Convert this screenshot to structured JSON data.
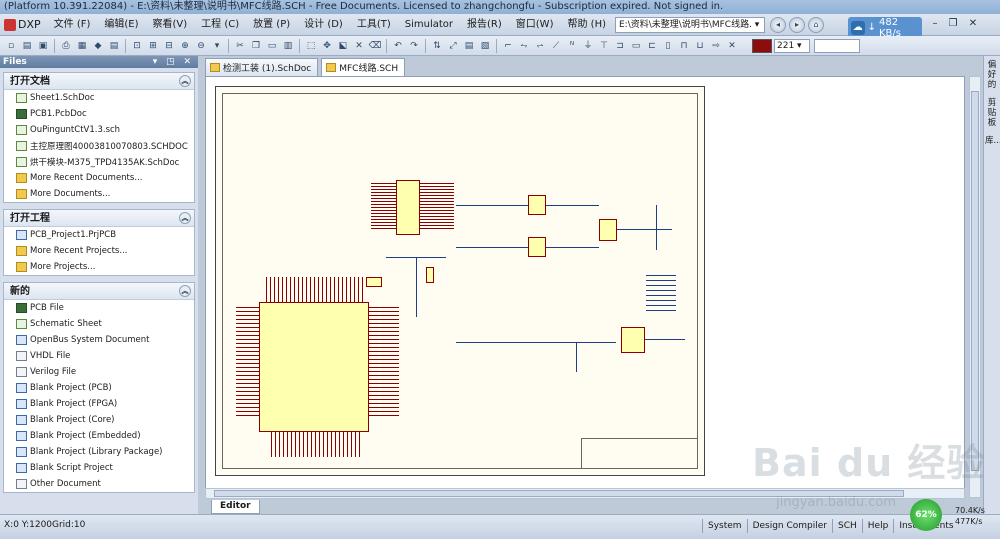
{
  "window": {
    "title": "(Platform 10.391.22084) - E:\\资料\\未整理\\说明书\\MFC线路.SCH - Free Documents. Licensed to zhangchongfu - Subscription expired. Not signed in."
  },
  "menu": {
    "dxp_label": "DXP",
    "items": [
      {
        "label": "文件 (F)"
      },
      {
        "label": "编辑(E)"
      },
      {
        "label": "察看(V)"
      },
      {
        "label": "工程 (C)"
      },
      {
        "label": "放置 (P)"
      },
      {
        "label": "设计 (D)"
      },
      {
        "label": "工具(T)"
      },
      {
        "label": "Simulator"
      },
      {
        "label": "报告(R)"
      },
      {
        "label": "窗口(W)"
      },
      {
        "label": "帮助 (H)"
      }
    ],
    "path_combo": "E:\\资料\\未整理\\说明书\\MFC线路. ▾",
    "net_speed": "482 KB/s",
    "zoom": "221 ▾"
  },
  "files_panel": {
    "title": "Files",
    "open_documents": {
      "heading": "打开文档",
      "items": [
        {
          "label": "Sheet1.SchDoc",
          "icon": "schematic-doc-icon"
        },
        {
          "label": "PCB1.PcbDoc",
          "icon": "pcb-doc-icon"
        },
        {
          "label": "OuPinguntCtV1.3.sch",
          "icon": "schematic-doc-icon"
        },
        {
          "label": "主控原理图40003810070803.SCHDOC",
          "icon": "schematic-doc-icon"
        },
        {
          "label": "烘干模块-M375_TPD4135AK.SchDoc",
          "icon": "schematic-doc-icon"
        },
        {
          "label": "More Recent Documents...",
          "icon": "folder-icon"
        },
        {
          "label": "More Documents...",
          "icon": "folder-icon"
        }
      ]
    },
    "open_projects": {
      "heading": "打开工程",
      "items": [
        {
          "label": "PCB_Project1.PrjPCB",
          "icon": "project-icon"
        },
        {
          "label": "More Recent Projects...",
          "icon": "folder-icon"
        },
        {
          "label": "More Projects...",
          "icon": "folder-icon"
        }
      ]
    },
    "new": {
      "heading": "新的",
      "items": [
        {
          "label": "PCB File",
          "icon": "pcb-doc-icon"
        },
        {
          "label": "Schematic Sheet",
          "icon": "schematic-doc-icon"
        },
        {
          "label": "OpenBus System Document",
          "icon": "openbus-icon"
        },
        {
          "label": "VHDL File",
          "icon": "vhdl-icon"
        },
        {
          "label": "Verilog File",
          "icon": "verilog-icon"
        },
        {
          "label": "Blank Project (PCB)",
          "icon": "project-icon"
        },
        {
          "label": "Blank Project (FPGA)",
          "icon": "project-icon"
        },
        {
          "label": "Blank Project (Core)",
          "icon": "project-icon"
        },
        {
          "label": "Blank Project (Embedded)",
          "icon": "project-icon"
        },
        {
          "label": "Blank Project (Library Package)",
          "icon": "project-icon"
        },
        {
          "label": "Blank Script Project",
          "icon": "project-icon"
        },
        {
          "label": "Other Document",
          "icon": "document-icon"
        }
      ]
    }
  },
  "document_tabs": [
    {
      "label": "检测工装 (1).SchDoc",
      "active": false
    },
    {
      "label": "MFC线路.SCH",
      "active": true
    }
  ],
  "right_panel": {
    "tabs": [
      "偏好的",
      "剪贴板",
      "库..."
    ]
  },
  "editor_tab": {
    "label": "Editor"
  },
  "status": {
    "coords": "X:0 Y:1200",
    "grid": "Grid:10",
    "buttons": [
      "System",
      "Design Compiler",
      "SCH",
      "Help",
      "Instruments"
    ]
  },
  "network": {
    "percent": "62%",
    "up": "70.4K/s",
    "down": "477K/s"
  },
  "watermark": {
    "text": "Bai du 经验",
    "sub": "jingyan.baidu.com"
  },
  "colors": {
    "accent": "#5a92cf",
    "schematic_component": "#8a0000",
    "schematic_wire": "#1f3e8a",
    "sheet_bg": "#fffdf2"
  }
}
